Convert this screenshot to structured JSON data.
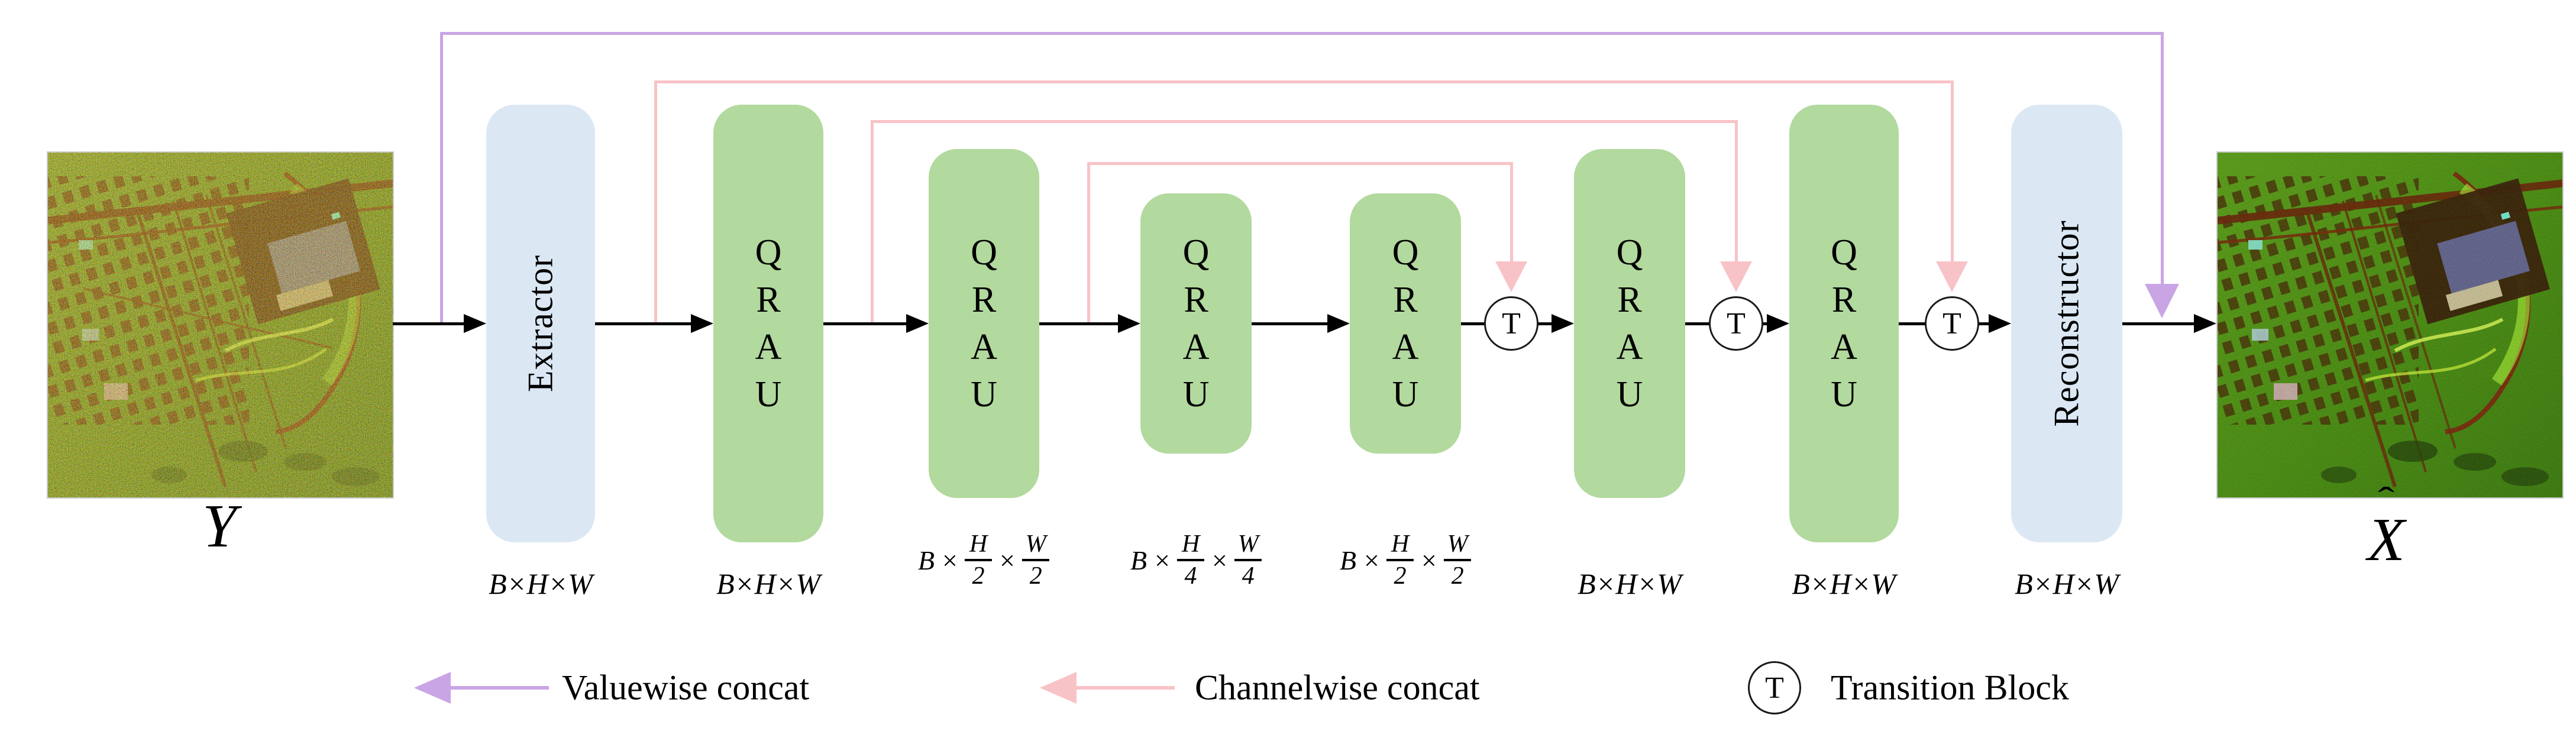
{
  "colors": {
    "block_blue": "#dbe8f4",
    "block_green": "#b2d99e",
    "valuewise_purple": "#c9a5e5",
    "channelwise_pink": "#f8c3c7",
    "line_black": "#000000"
  },
  "input_label": "Y",
  "output_label_base": "X",
  "output_label_hat": "ˆ",
  "transition_symbol": "T",
  "blocks": [
    {
      "id": "extractor",
      "label": "Extractor",
      "dim": "B×H×W"
    },
    {
      "id": "qrau-1",
      "letters": [
        "Q",
        "R",
        "A",
        "U"
      ],
      "dim": "B×H×W"
    },
    {
      "id": "qrau-2",
      "letters": [
        "Q",
        "R",
        "A",
        "U"
      ],
      "dim_prefix": "B",
      "dim_times1": "×",
      "dim_num1": "H",
      "dim_den1": "2",
      "dim_times2": "×",
      "dim_num2": "W",
      "dim_den2": "2"
    },
    {
      "id": "qrau-3",
      "letters": [
        "Q",
        "R",
        "A",
        "U"
      ],
      "dim_prefix": "B",
      "dim_times1": "×",
      "dim_num1": "H",
      "dim_den1": "4",
      "dim_times2": "×",
      "dim_num2": "W",
      "dim_den2": "4"
    },
    {
      "id": "qrau-4",
      "letters": [
        "Q",
        "R",
        "A",
        "U"
      ],
      "dim_prefix": "B",
      "dim_times1": "×",
      "dim_num1": "H",
      "dim_den1": "2",
      "dim_times2": "×",
      "dim_num2": "W",
      "dim_den2": "2"
    },
    {
      "id": "qrau-5",
      "letters": [
        "Q",
        "R",
        "A",
        "U"
      ],
      "dim": "B×H×W"
    },
    {
      "id": "qrau-6",
      "letters": [
        "Q",
        "R",
        "A",
        "U"
      ],
      "dim": "B×H×W"
    },
    {
      "id": "reconstructor",
      "label": "Reconstructor",
      "dim": "B×H×W"
    }
  ],
  "legend": {
    "valuewise_label": "Valuewise concat",
    "channelwise_label": "Channelwise concat",
    "transition_symbol": "T",
    "transition_label": "Transition Block"
  }
}
